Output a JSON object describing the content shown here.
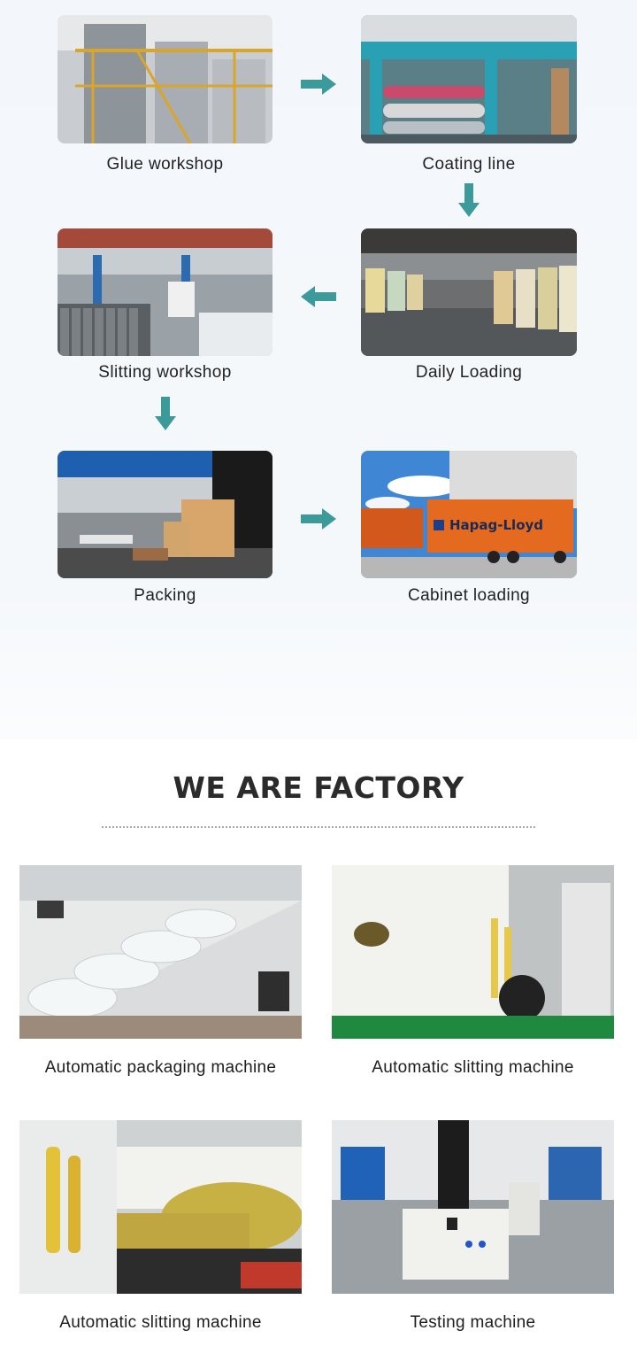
{
  "process_steps": [
    {
      "id": "glue",
      "label": "Glue workshop"
    },
    {
      "id": "coating",
      "label": "Coating line"
    },
    {
      "id": "slitting",
      "label": "Slitting workshop"
    },
    {
      "id": "loading",
      "label": "Daily Loading"
    },
    {
      "id": "packing",
      "label": "Packing"
    },
    {
      "id": "cabinet",
      "label": "Cabinet loading"
    }
  ],
  "factory_section": {
    "heading": "WE ARE FACTORY",
    "machines": [
      {
        "label": "Automatic packaging machine"
      },
      {
        "label": "Automatic slitting machine"
      },
      {
        "label": "Automatic slitting machine"
      },
      {
        "label": "Testing machine"
      }
    ]
  },
  "container_text": "Hapag-Lloyd",
  "colors": {
    "arrow": "#3d9a9a",
    "container_orange": "#e46a20",
    "heading": "#2b2b2b"
  }
}
